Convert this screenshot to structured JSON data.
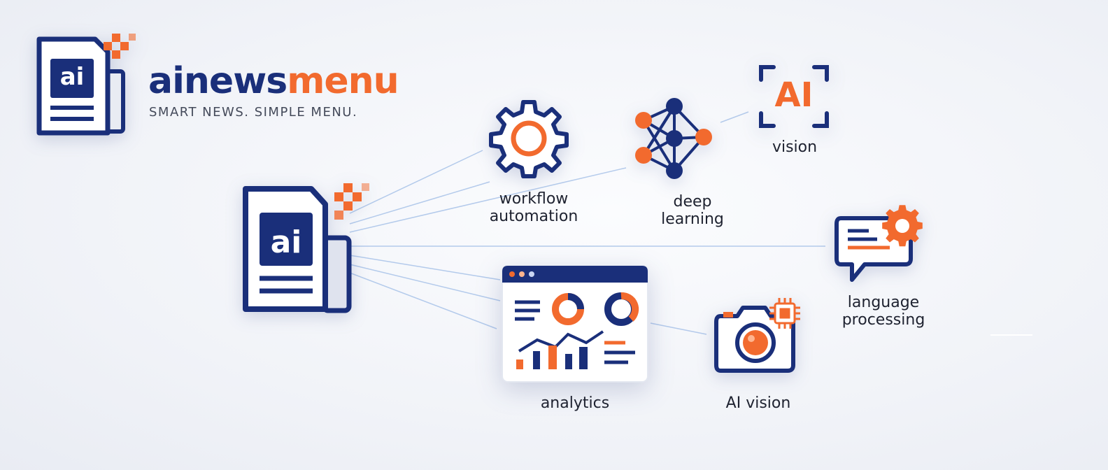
{
  "brand": {
    "name_dark": "ainews",
    "name_accent": "menu",
    "tagline": "SMART NEWS. SIMPLE MENU.",
    "logo_text": "ai"
  },
  "hub": {
    "logo_text": "ai"
  },
  "features": {
    "workflow": "workflow\nautomation",
    "deep_learning": "deep\nlearning",
    "vision": "vision",
    "vision_badge": "AI",
    "language": "language\nprocessing",
    "analytics": "analytics",
    "ai_vision": "AI vision"
  },
  "colors": {
    "navy": "#1a2f7a",
    "orange": "#f26a2e",
    "text": "#1e2230"
  }
}
